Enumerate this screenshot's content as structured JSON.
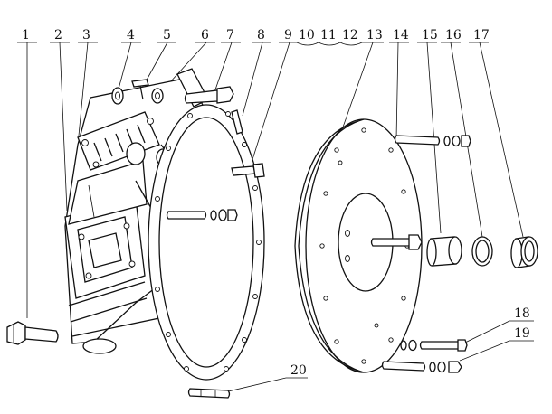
{
  "callouts": [
    {
      "number": "1"
    },
    {
      "number": "2"
    },
    {
      "number": "3"
    },
    {
      "number": "4"
    },
    {
      "number": "5"
    },
    {
      "number": "6"
    },
    {
      "number": "7"
    },
    {
      "number": "8"
    },
    {
      "number": "9"
    },
    {
      "number": "10"
    },
    {
      "number": "11"
    },
    {
      "number": "12"
    },
    {
      "number": "13"
    },
    {
      "number": "14"
    },
    {
      "number": "15"
    },
    {
      "number": "16"
    },
    {
      "number": "17"
    },
    {
      "number": "18"
    },
    {
      "number": "19"
    },
    {
      "number": "20"
    }
  ]
}
